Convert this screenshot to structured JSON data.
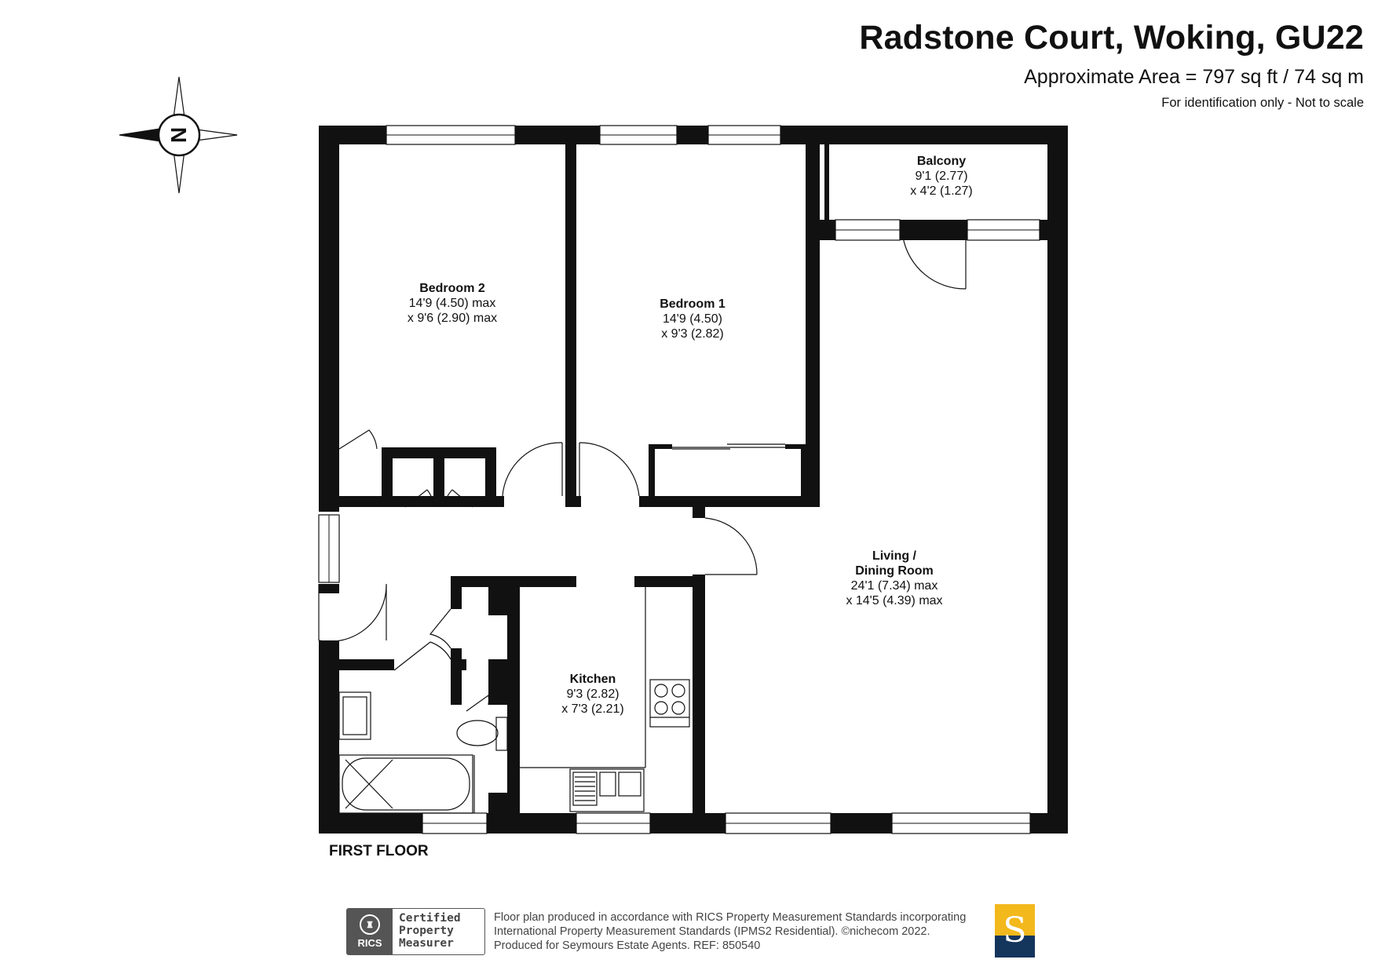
{
  "header": {
    "title": "Radstone Court, Woking, GU22",
    "area": "Approximate Area = 797 sq ft / 74 sq m",
    "note": "For identification only - Not to scale"
  },
  "compass": {
    "letter": "N"
  },
  "rooms": {
    "bedroom2": {
      "name": "Bedroom 2",
      "dim1": "14'9 (4.50) max",
      "dim2": "x 9'6 (2.90) max"
    },
    "bedroom1": {
      "name": "Bedroom 1",
      "dim1": "14'9 (4.50)",
      "dim2": "x 9'3 (2.82)"
    },
    "balcony": {
      "name": "Balcony",
      "dim1": "9'1 (2.77)",
      "dim2": "x 4'2 (1.27)"
    },
    "living": {
      "name1": "Living /",
      "name2": "Dining Room",
      "dim1": "24'1 (7.34) max",
      "dim2": "x 14'5 (4.39) max"
    },
    "kitchen": {
      "name": "Kitchen",
      "dim1": "9'3 (2.82)",
      "dim2": "x 7'3 (2.21)"
    }
  },
  "floor_label": "FIRST FLOOR",
  "footer": {
    "rics_logo": "RICS",
    "cert_line1": "Certified",
    "cert_line2": "Property",
    "cert_line3": "Measurer",
    "credit_line1": "Floor plan produced in accordance with RICS Property Measurement Standards incorporating",
    "credit_line2": "International Property Measurement Standards (IPMS2 Residential).  ©nichecom 2022.",
    "credit_line3": "Produced for Seymours Estate Agents.   REF:  850540",
    "agent_logo_letter": "S"
  },
  "colors": {
    "wall": "#111111",
    "agent_gold": "#f2b81c",
    "agent_navy": "#14355c"
  }
}
